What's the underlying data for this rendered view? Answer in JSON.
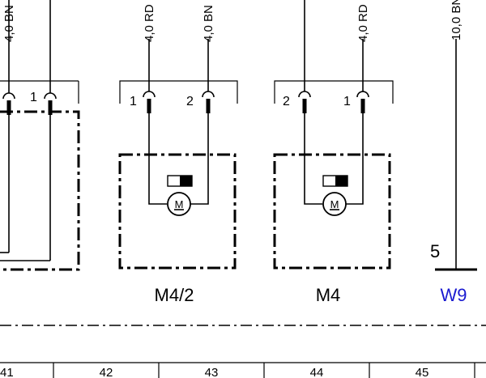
{
  "wires": {
    "w1": "4,0 BN",
    "w2": "4,0 RD",
    "w3": "4,0 BN",
    "w4": "4,0 RD",
    "w5": "10,0 BN"
  },
  "pins": {
    "left_pin": "1",
    "m42_pin_left": "1",
    "m42_pin_right": "2",
    "m4_pin_left": "2",
    "m4_pin_right": "1",
    "ground_pin": "5"
  },
  "components": {
    "m4_2": "M4/2",
    "m4": "M4",
    "ground": "W9",
    "motor_symbol": "M"
  },
  "grid": {
    "cells": [
      "41",
      "42",
      "43",
      "44",
      "45"
    ]
  },
  "colors": {
    "ground_label": "#1a1ad0"
  }
}
